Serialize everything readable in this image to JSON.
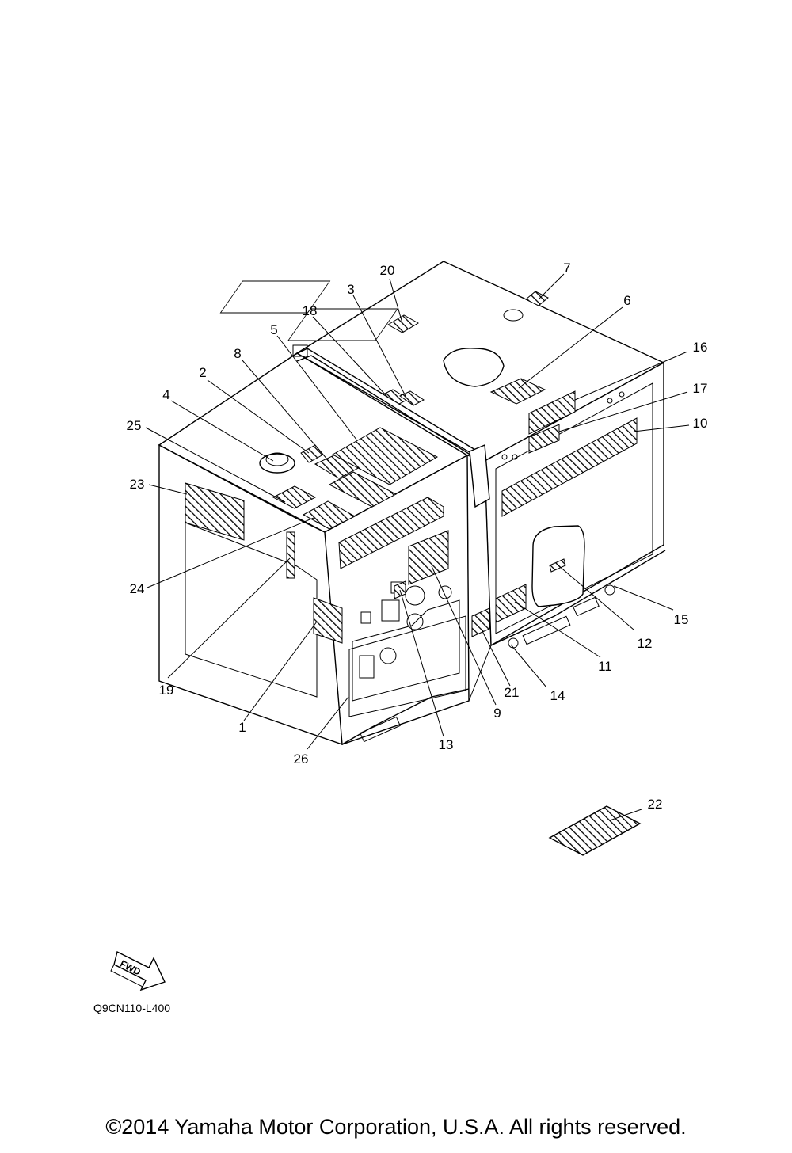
{
  "diagram_code": "Q9CN110-L400",
  "fwd_label": "FWD",
  "copyright": "©2014 Yamaha Motor Corporation, U.S.A. All rights reserved.",
  "callouts": [
    {
      "id": "1",
      "label": "1"
    },
    {
      "id": "2",
      "label": "2"
    },
    {
      "id": "3",
      "label": "3"
    },
    {
      "id": "4",
      "label": "4"
    },
    {
      "id": "5",
      "label": "5"
    },
    {
      "id": "6",
      "label": "6"
    },
    {
      "id": "7",
      "label": "7"
    },
    {
      "id": "8",
      "label": "8"
    },
    {
      "id": "9",
      "label": "9"
    },
    {
      "id": "10",
      "label": "10"
    },
    {
      "id": "11",
      "label": "11"
    },
    {
      "id": "12",
      "label": "12"
    },
    {
      "id": "13",
      "label": "13"
    },
    {
      "id": "14",
      "label": "14"
    },
    {
      "id": "15",
      "label": "15"
    },
    {
      "id": "16",
      "label": "16"
    },
    {
      "id": "17",
      "label": "17"
    },
    {
      "id": "18",
      "label": "18"
    },
    {
      "id": "19",
      "label": "19"
    },
    {
      "id": "20",
      "label": "20"
    },
    {
      "id": "21",
      "label": "21"
    },
    {
      "id": "22",
      "label": "22"
    },
    {
      "id": "23",
      "label": "23"
    },
    {
      "id": "24",
      "label": "24"
    },
    {
      "id": "25",
      "label": "25"
    },
    {
      "id": "26",
      "label": "26"
    }
  ]
}
